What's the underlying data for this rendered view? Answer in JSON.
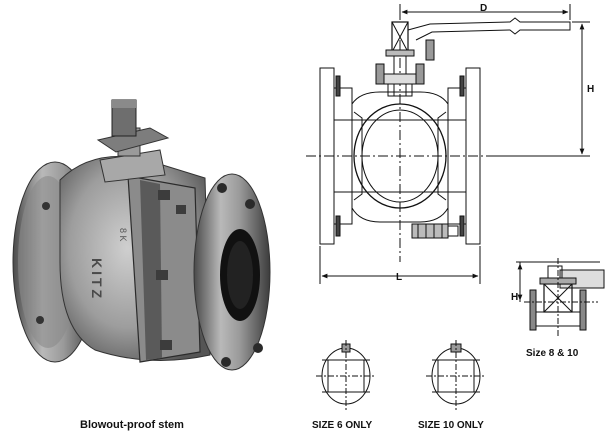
{
  "photo": {
    "caption": "Blowout-proof stem",
    "body_marking": "KITZ",
    "body_marking_small": "8 K"
  },
  "main_drawing": {
    "dim_d": "D",
    "dim_h": "H",
    "dim_l": "L"
  },
  "small_drawing": {
    "dim_h": "H",
    "caption": "Size 8 & 10"
  },
  "ball_variants": [
    {
      "caption": "SIZE 6 ONLY"
    },
    {
      "caption": "SIZE 10 ONLY"
    }
  ]
}
